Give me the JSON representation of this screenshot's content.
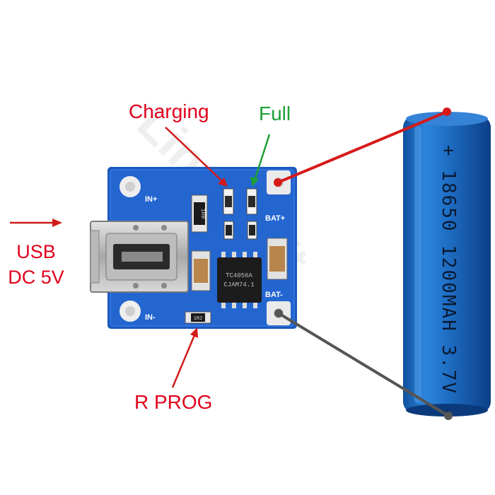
{
  "labels": {
    "usb_line1": "USB",
    "usb_line2": "DC 5V",
    "charging": "Charging",
    "full": "Full",
    "r_prog": "R PROG"
  },
  "board": {
    "in_plus": "IN+",
    "in_minus": "IN-",
    "bat_plus": "BAT+",
    "bat_minus": "BAT-",
    "chip_line1": "TC4056A",
    "chip_line2": "CJAM74.1",
    "resistor_code": "1R0",
    "prog_code": "1R2"
  },
  "battery": {
    "marking": "+ 18650 1200MAH 3.7V -"
  },
  "watermark": "LinxDraft",
  "colors": {
    "red_label": "#e0001b",
    "green_label": "#1ea037",
    "black_label": "#1a1a1a",
    "board_blue": "#1f5fc8",
    "battery_blue": "#1e6fc4",
    "pointer_red": "#d11a1a",
    "pointer_green": "#1ea037",
    "pointer_gray": "#555555"
  }
}
